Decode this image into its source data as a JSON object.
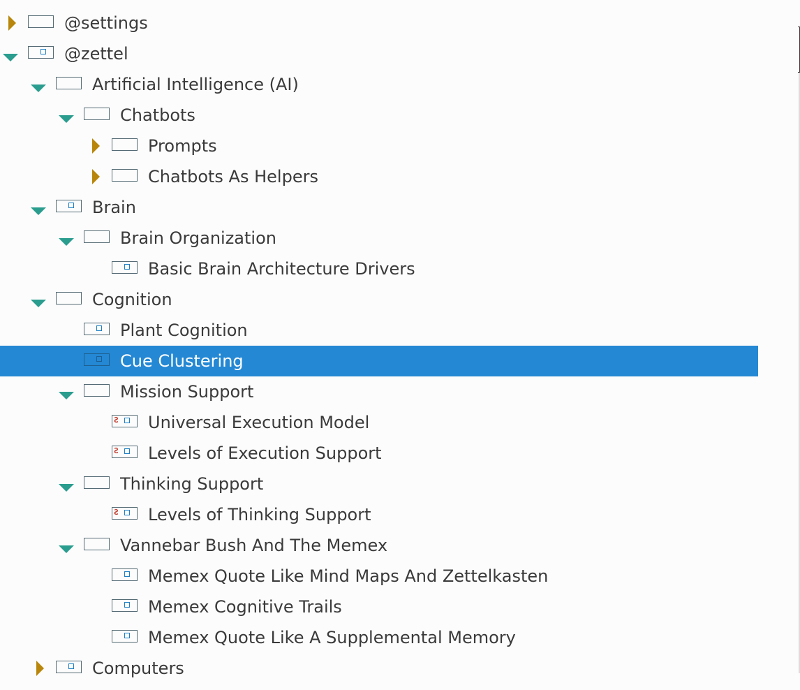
{
  "outline": {
    "nodes": [
      {
        "label": "@settings",
        "level": 0,
        "state": "collapsed",
        "has_body": false,
        "mark": false,
        "selected": false
      },
      {
        "label": "@zettel",
        "level": 0,
        "state": "expanded",
        "has_body": true,
        "mark": false,
        "selected": false
      },
      {
        "label": "Artificial Intelligence (AI)",
        "level": 1,
        "state": "expanded",
        "has_body": false,
        "mark": false,
        "selected": false
      },
      {
        "label": "Chatbots",
        "level": 2,
        "state": "expanded",
        "has_body": false,
        "mark": false,
        "selected": false
      },
      {
        "label": "Prompts",
        "level": 3,
        "state": "collapsed",
        "has_body": false,
        "mark": false,
        "selected": false
      },
      {
        "label": "Chatbots As Helpers",
        "level": 3,
        "state": "collapsed",
        "has_body": false,
        "mark": false,
        "selected": false
      },
      {
        "label": "Brain",
        "level": 1,
        "state": "expanded",
        "has_body": true,
        "mark": false,
        "selected": false
      },
      {
        "label": "Brain Organization",
        "level": 2,
        "state": "expanded",
        "has_body": false,
        "mark": false,
        "selected": false
      },
      {
        "label": "Basic Brain Architecture Drivers",
        "level": 3,
        "state": "leaf",
        "has_body": true,
        "mark": false,
        "selected": false
      },
      {
        "label": "Cognition",
        "level": 1,
        "state": "expanded",
        "has_body": false,
        "mark": false,
        "selected": false
      },
      {
        "label": "Plant Cognition",
        "level": 2,
        "state": "leaf",
        "has_body": true,
        "mark": false,
        "selected": false
      },
      {
        "label": "Cue Clustering",
        "level": 2,
        "state": "leaf",
        "has_body": true,
        "mark": false,
        "selected": true
      },
      {
        "label": "Mission Support",
        "level": 2,
        "state": "expanded",
        "has_body": false,
        "mark": false,
        "selected": false
      },
      {
        "label": "Universal Execution Model",
        "level": 3,
        "state": "leaf",
        "has_body": true,
        "mark": true,
        "selected": false
      },
      {
        "label": "Levels of Execution Support",
        "level": 3,
        "state": "leaf",
        "has_body": true,
        "mark": true,
        "selected": false
      },
      {
        "label": "Thinking Support",
        "level": 2,
        "state": "expanded",
        "has_body": false,
        "mark": false,
        "selected": false
      },
      {
        "label": "Levels of Thinking Support",
        "level": 3,
        "state": "leaf",
        "has_body": true,
        "mark": true,
        "selected": false
      },
      {
        "label": "Vannebar Bush And The Memex",
        "level": 2,
        "state": "expanded",
        "has_body": false,
        "mark": false,
        "selected": false
      },
      {
        "label": "Memex Quote Like Mind Maps And Zettelkasten",
        "level": 3,
        "state": "leaf",
        "has_body": true,
        "mark": false,
        "selected": false
      },
      {
        "label": "Memex Cognitive Trails",
        "level": 3,
        "state": "leaf",
        "has_body": true,
        "mark": false,
        "selected": false
      },
      {
        "label": "Memex Quote Like A Supplemental Memory",
        "level": 3,
        "state": "leaf",
        "has_body": true,
        "mark": false,
        "selected": false
      },
      {
        "label": "Computers",
        "level": 1,
        "state": "collapsed",
        "has_body": true,
        "mark": false,
        "selected": false
      }
    ]
  },
  "icons": {
    "expanded": "triangle-down-icon",
    "collapsed": "triangle-right-icon",
    "node": "node-box-icon",
    "mark": "clone-mark-icon"
  },
  "colors": {
    "selection": "#2488d4",
    "expanded_arrow": "#2a9d8f",
    "collapsed_arrow": "#b8860b",
    "body_indicator": "#1f7fc4",
    "mark": "#c0392b"
  },
  "mark_glyph": "Ƨ"
}
